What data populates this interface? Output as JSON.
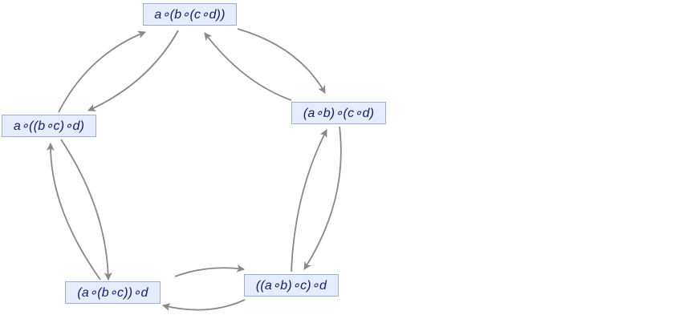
{
  "diagram": {
    "type": "directed-graph",
    "nodes": [
      {
        "id": "n1",
        "label": "a∘(b∘(c∘d))"
      },
      {
        "id": "n2",
        "label": "(a∘b)∘(c∘d)"
      },
      {
        "id": "n3",
        "label": "((a∘b)∘c)∘d"
      },
      {
        "id": "n4",
        "label": "(a∘(b∘c))∘d"
      },
      {
        "id": "n5",
        "label": "a∘((b∘c)∘d)"
      }
    ],
    "edges": [
      {
        "from": "n1",
        "to": "n2"
      },
      {
        "from": "n2",
        "to": "n1"
      },
      {
        "from": "n2",
        "to": "n3"
      },
      {
        "from": "n3",
        "to": "n2"
      },
      {
        "from": "n3",
        "to": "n4"
      },
      {
        "from": "n4",
        "to": "n3"
      },
      {
        "from": "n4",
        "to": "n5"
      },
      {
        "from": "n5",
        "to": "n4"
      },
      {
        "from": "n5",
        "to": "n1"
      },
      {
        "from": "n1",
        "to": "n5"
      }
    ],
    "colors": {
      "node_fill": "#e6ecfb",
      "node_border": "#9aaede",
      "label_text": "#10206e",
      "edge": "#888888"
    }
  }
}
